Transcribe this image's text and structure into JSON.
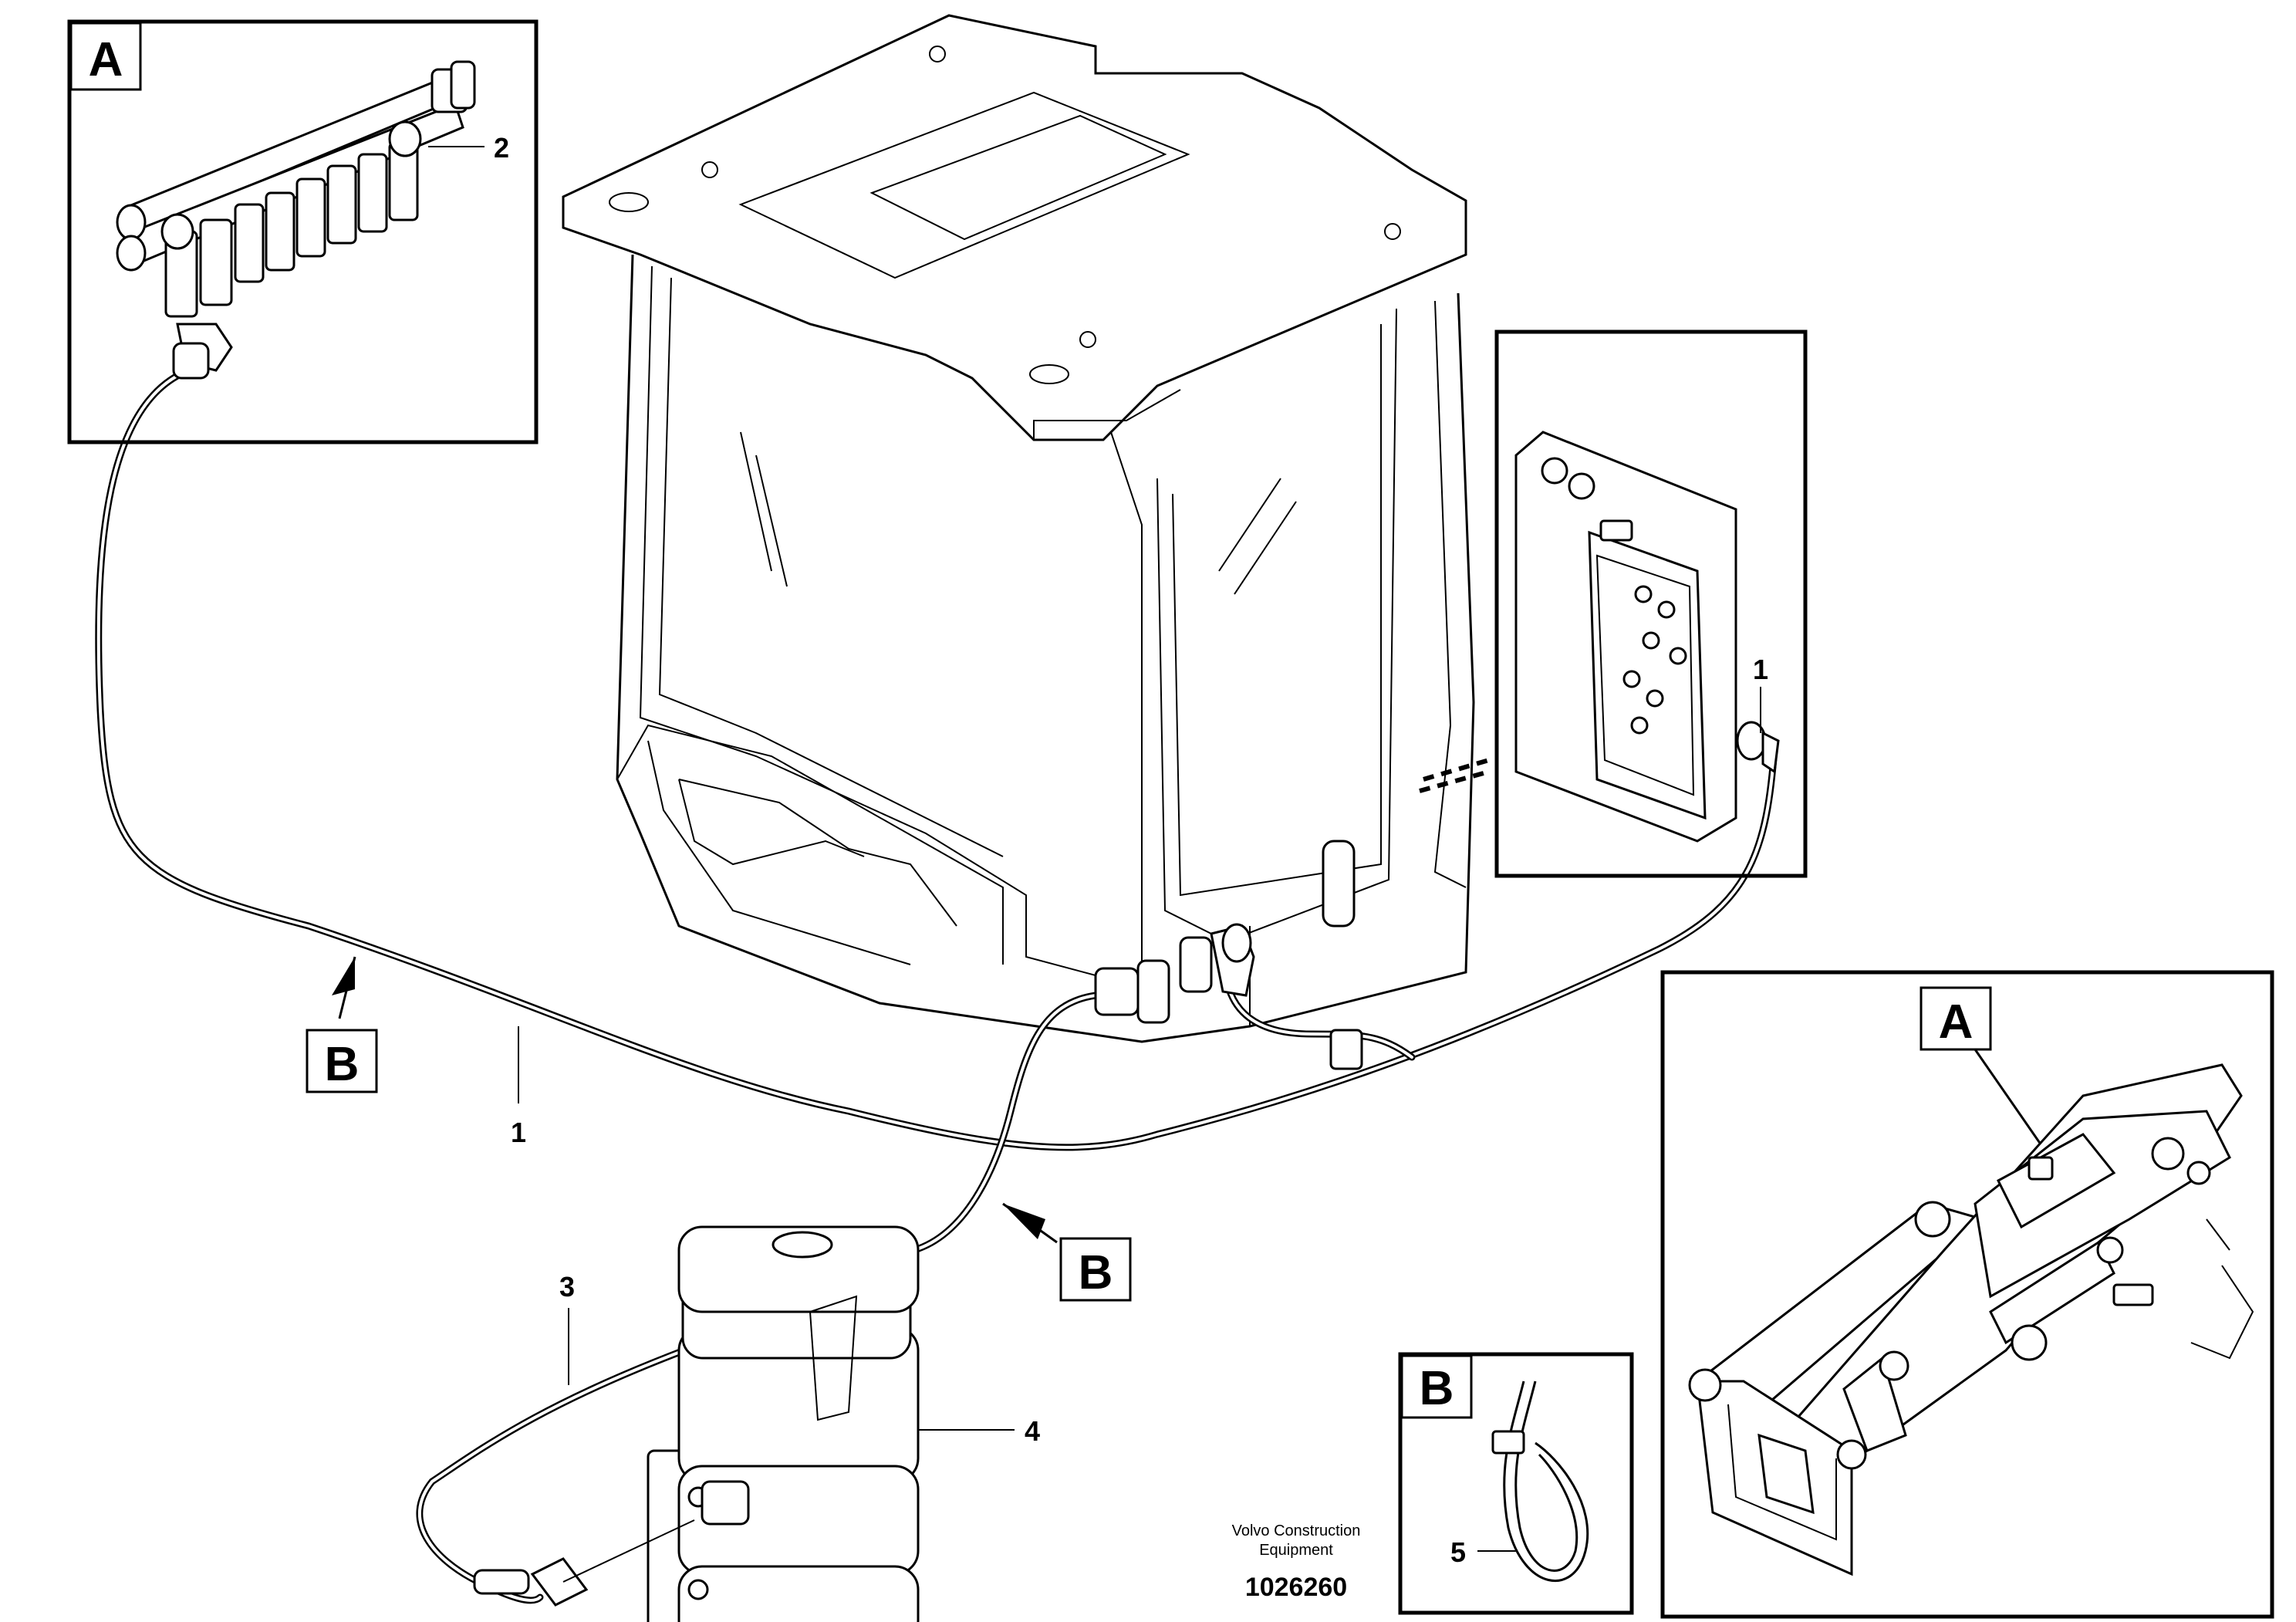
{
  "callouts": {
    "A": "A",
    "B": "B"
  },
  "part_numbers": {
    "p1": "1",
    "p2": "2",
    "p3": "3",
    "p4": "4",
    "p5": "5"
  },
  "footer": {
    "company_line1": "Volvo Construction",
    "company_line2": "Equipment",
    "drawing_number": "1026260"
  }
}
